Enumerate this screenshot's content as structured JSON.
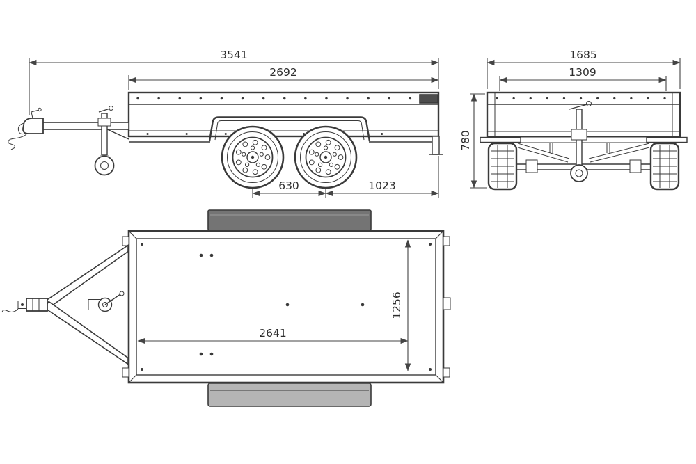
{
  "drawing": {
    "type": "technical-drawing",
    "subject": "box trailer, three orthographic views with dimensions (mm)",
    "side_view": {
      "overall_length": "3541",
      "box_length": "2692",
      "axle_spacing": "630",
      "axle_to_rear": "1023"
    },
    "rear_view": {
      "overall_width": "1685",
      "inner_width": "1309",
      "height": "780"
    },
    "top_view": {
      "inner_length": "2641",
      "inner_width": "1256"
    }
  },
  "colors": {
    "line": "#3a3a3a",
    "dimension_line": "#444444",
    "background": "#ffffff",
    "panel_dark": "#747474",
    "panel_light": "#b5b5b5",
    "lamp_dark": "#4d4d4d"
  }
}
